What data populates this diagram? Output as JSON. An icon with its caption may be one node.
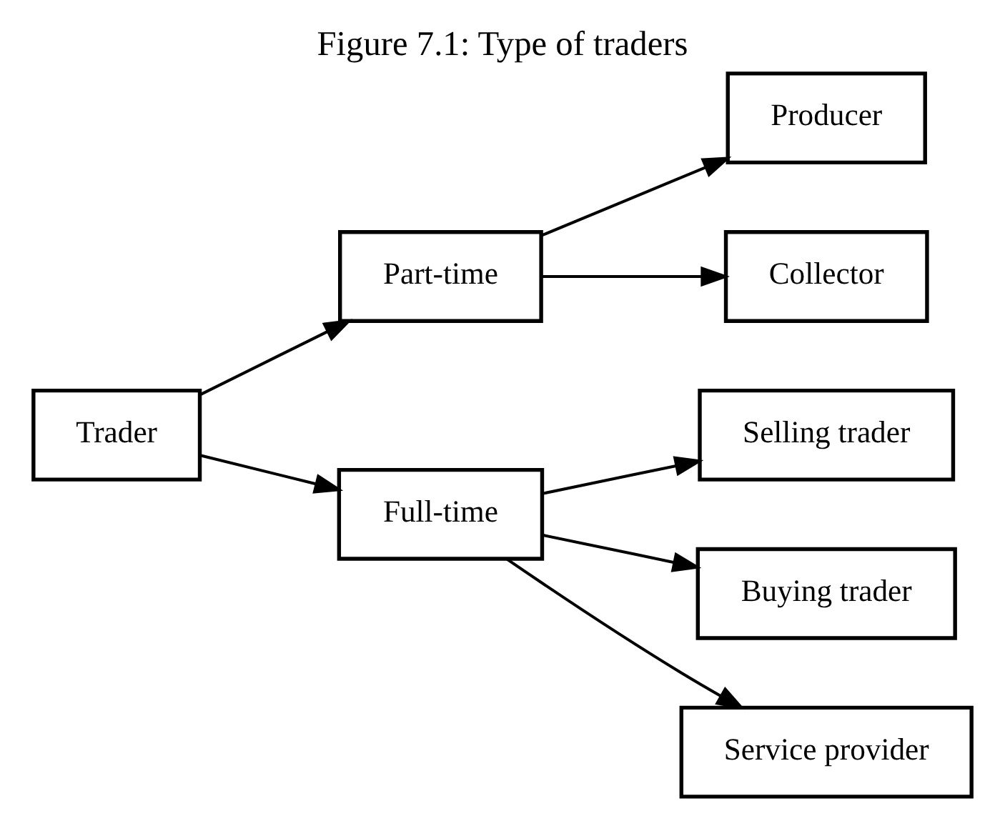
{
  "diagram": {
    "title": "Figure 7.1: Type of traders",
    "nodes": [
      {
        "text": [
          "Trader"
        ]
      },
      {
        "text": [
          "Part-time"
        ]
      },
      {
        "text": [
          "Full-time"
        ]
      },
      {
        "text": [
          "Producer"
        ]
      },
      {
        "text": [
          "Collector"
        ]
      },
      {
        "text": [
          "Selling trader"
        ]
      },
      {
        "text": [
          "Buying trader"
        ]
      },
      {
        "text": [
          "Service provider"
        ]
      }
    ],
    "edges": [
      {
        "from": 0,
        "to": 1,
        "arrow": "to"
      },
      {
        "from": 0,
        "to": 2,
        "arrow": "to"
      },
      {
        "from": 1,
        "to": 3,
        "arrow": "to"
      },
      {
        "from": 1,
        "to": 4,
        "arrow": "to"
      },
      {
        "from": 2,
        "to": 5,
        "arrow": "to"
      },
      {
        "from": 2,
        "to": 6,
        "arrow": "to"
      },
      {
        "from": 2,
        "to": 7,
        "arrow": "to"
      }
    ]
  }
}
